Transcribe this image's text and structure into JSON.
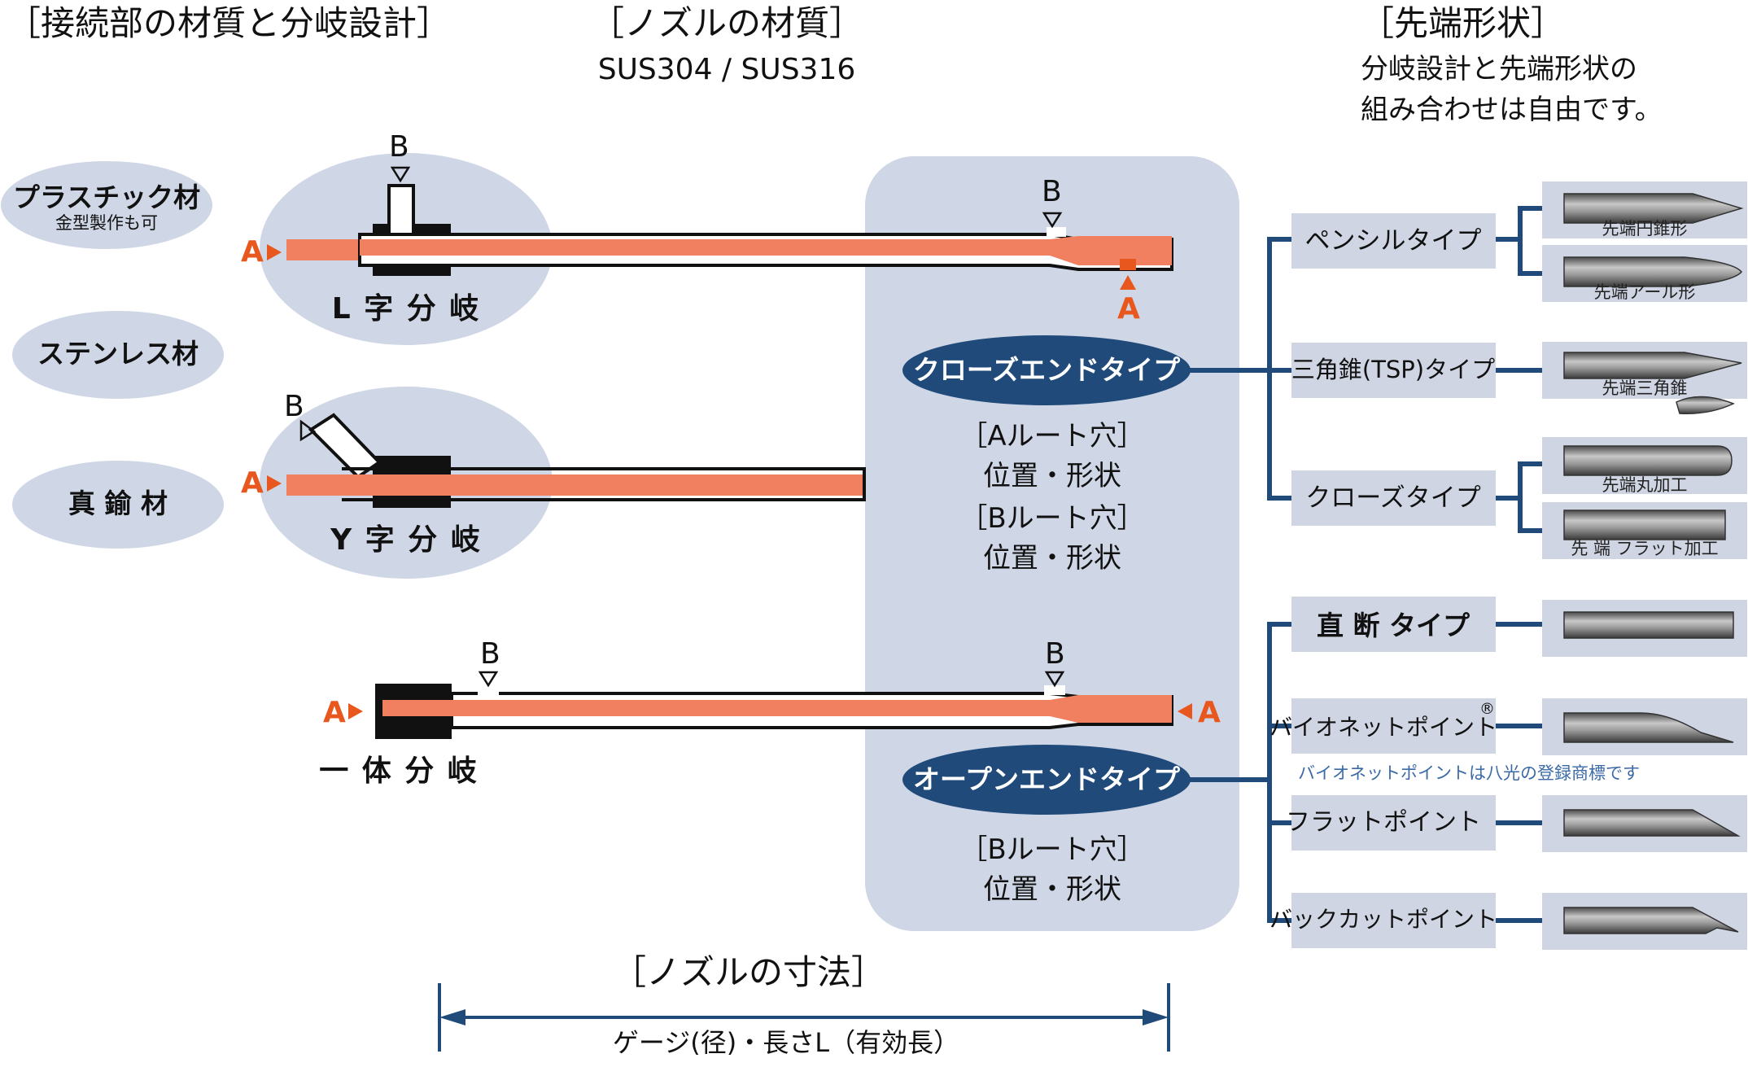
{
  "headers": {
    "connection": "［接続部の材質と分岐設計］",
    "nozzle_material": "［ノズルの材質］",
    "nozzle_material_sub": "SUS304 / SUS316",
    "tip_shape": "［先端形状］",
    "tip_note_1": "分岐設計と先端形状の",
    "tip_note_2": "組み合わせは自由です。"
  },
  "materials": {
    "plastic": "プラスチック材",
    "plastic_note": "金型製作も可",
    "stainless": "ステンレス材",
    "brass": "真 鍮 材"
  },
  "branches": {
    "l_branch": "L 字 分 岐",
    "y_branch": "Y 字 分 岐",
    "integral": "一 体 分 岐"
  },
  "markers": {
    "a": "A",
    "b": "B"
  },
  "types": {
    "closed_end": "クローズエンドタイプ",
    "open_end": "オープンエンドタイプ"
  },
  "hole_notes": {
    "a_route": "［Aルート穴］",
    "b_route": "［Bルート穴］",
    "pos_shape": "位置・形状"
  },
  "tip_types": {
    "pencil": "ペンシルタイプ",
    "tsp": "三角錐(TSP)タイプ",
    "closed": "クローズタイプ",
    "straight": "直 断 タイプ",
    "bionet": "バイオネットポイント",
    "bionet_mark": "®",
    "bionet_note": "バイオネットポイントは八光の登録商標です",
    "flat": "フラットポイント",
    "backcut": "バックカットポイント"
  },
  "tip_captions": {
    "cone": "先端円錐形",
    "awl": "先端アール形",
    "triangle": "先端三角錐",
    "round": "先端丸加工",
    "flat": "先 端 フラット加工"
  },
  "dimension": {
    "title": "［ノズルの寸法］",
    "detail": "ゲージ(径)・長さL（有効長）"
  },
  "colors": {
    "bubble": "#cfd6e6",
    "navy": "#1f4a7a",
    "salmon": "#f08060",
    "accent_orange": "#e8581e",
    "tip_bg": "#cfd5e3",
    "bracket": "#1f4a7a"
  },
  "icons": [
    "triangle-marker-icon",
    "arrow-right-icon",
    "arrow-left-icon",
    "arrow-up-icon",
    "registered-mark-icon"
  ]
}
